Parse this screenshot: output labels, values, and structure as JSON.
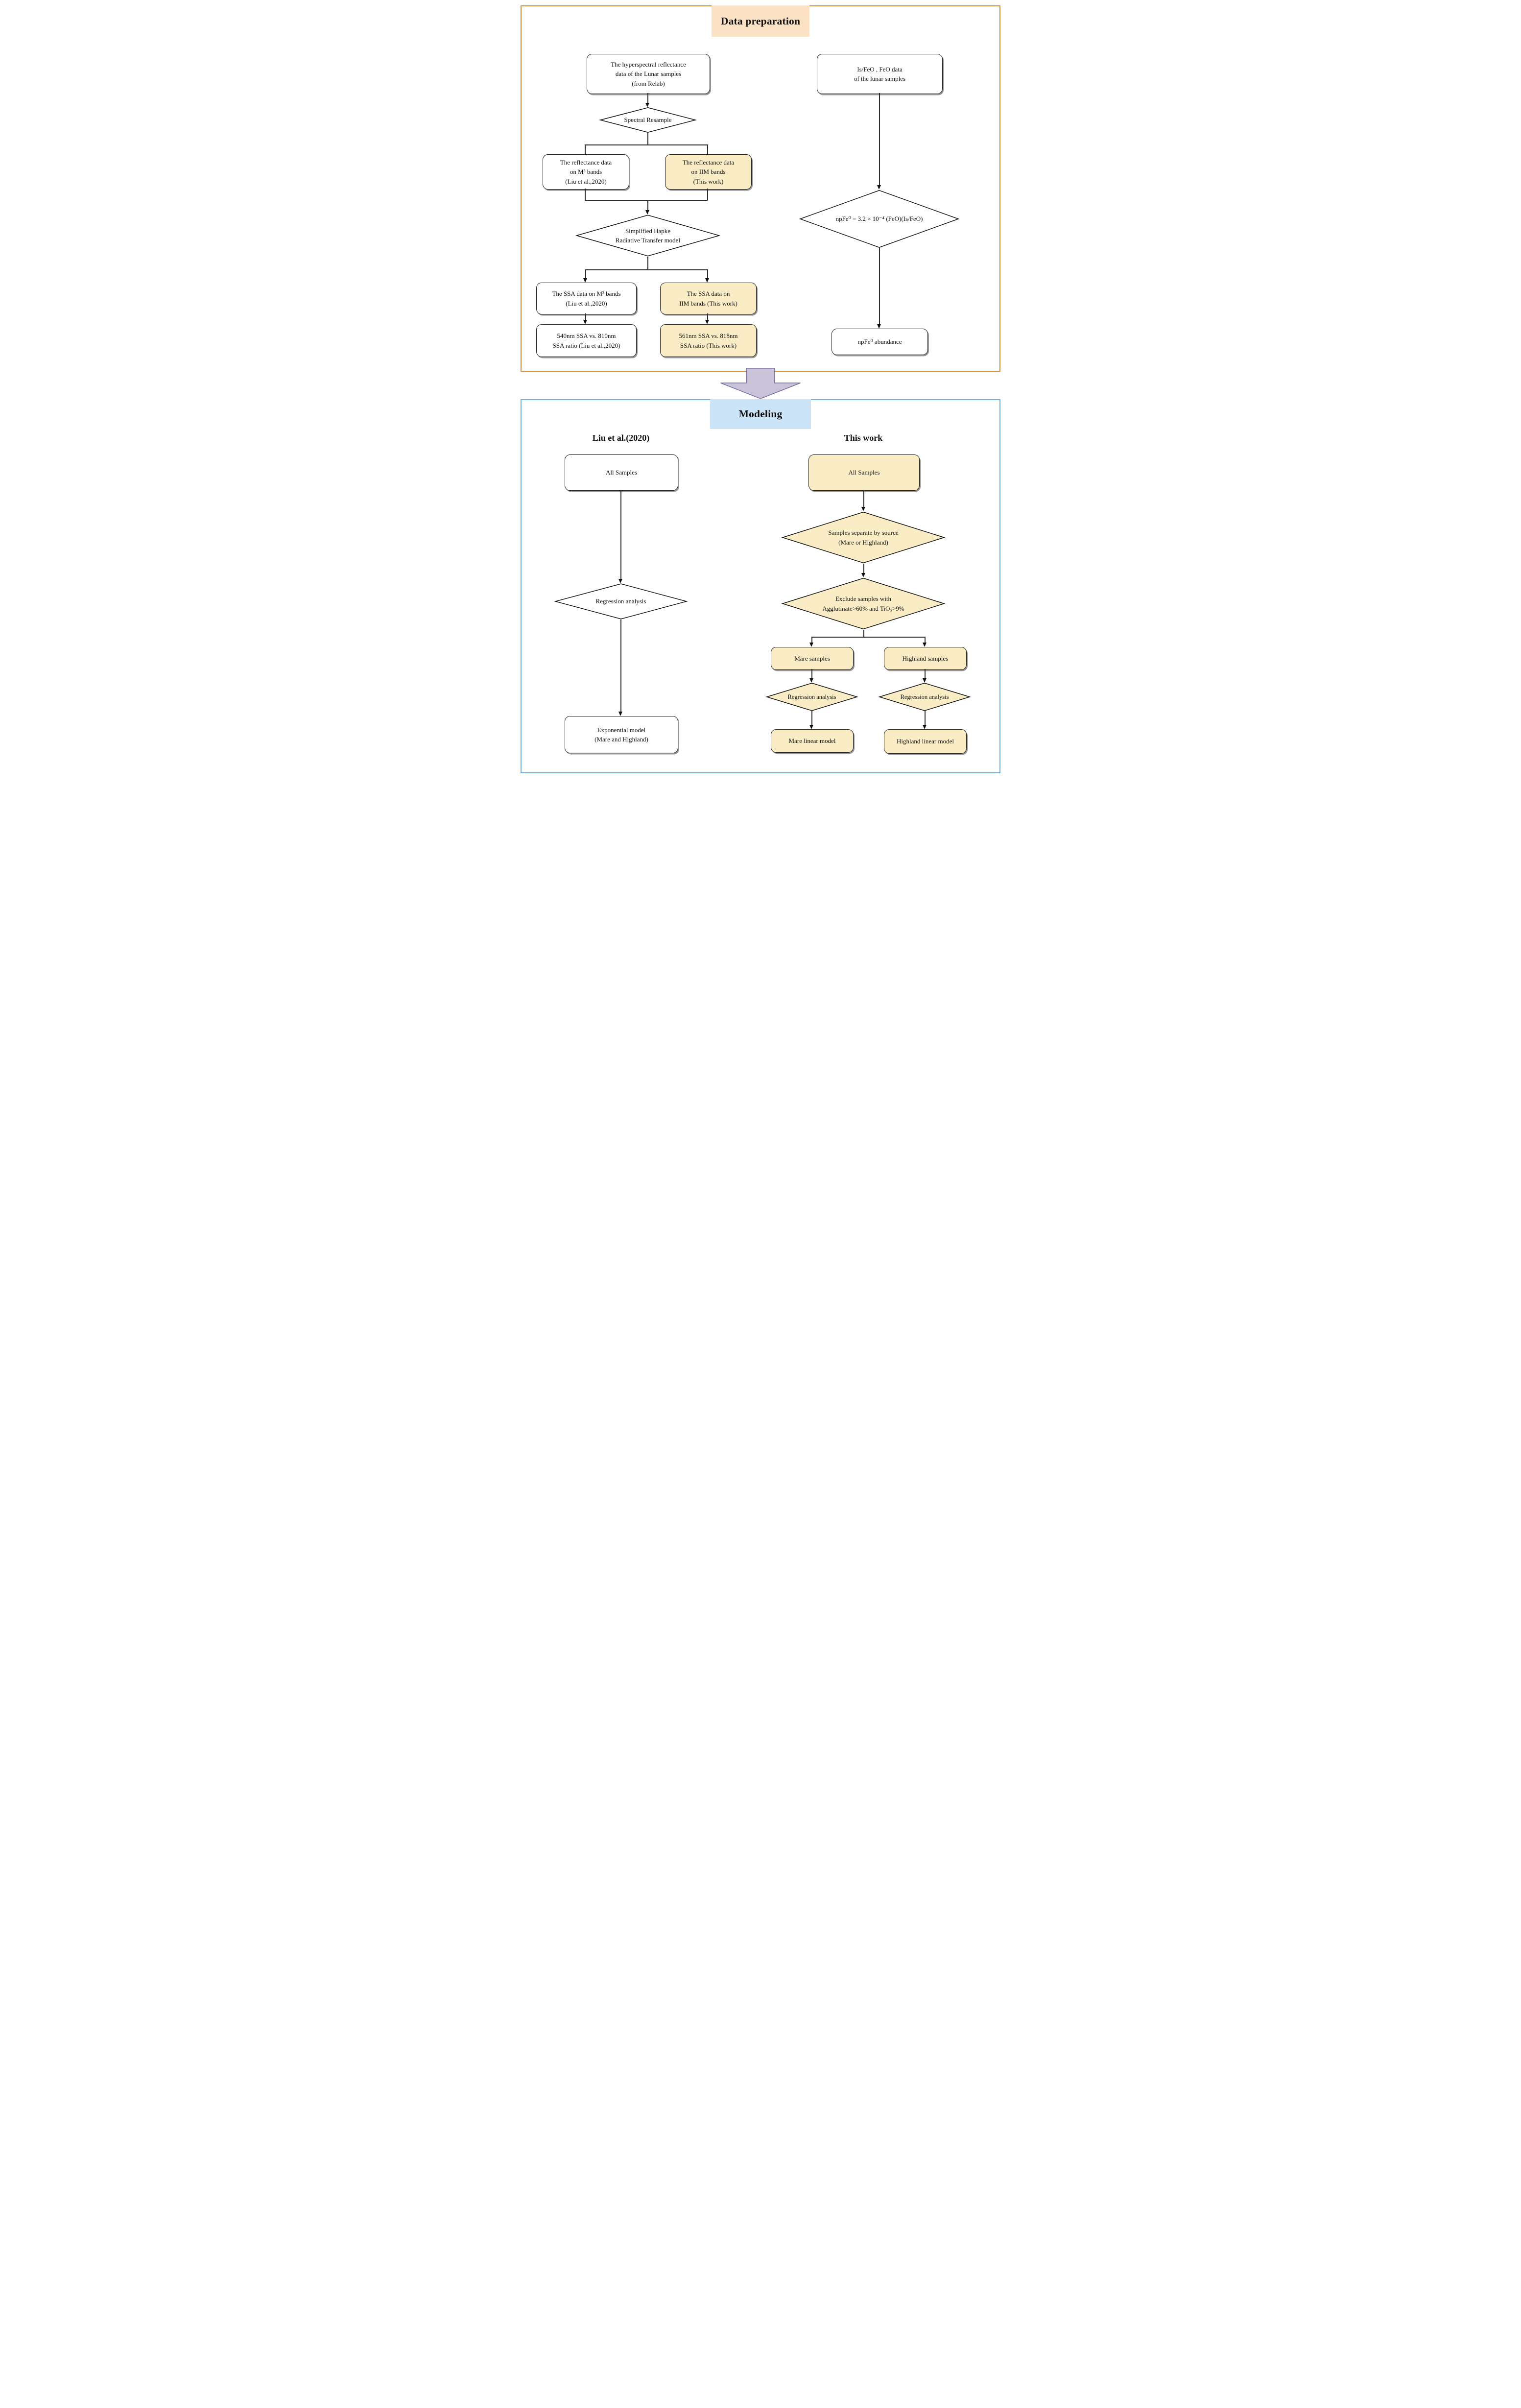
{
  "panels": {
    "top_title": "Data preparation",
    "bottom_title": "Modeling"
  },
  "prep": {
    "left": {
      "hyperspectral_box": "The hyperspectral reflectance\ndata of the Lunar samples\n(from Relab)",
      "spectral_resample_diamond": "Spectral Resample",
      "m3_reflectance_box": "The reflectance data\non M³ bands\n(Liu et al.,2020)",
      "iim_reflectance_box": "The reflectance data\non IIM bands\n(This work)",
      "hapke_diamond": "Simplified Hapke\nRadiative Transfer model",
      "m3_ssa_box": "The SSA data on M³ bands\n(Liu et al.,2020)",
      "iim_ssa_box": "The SSA data on\nIIM bands (This work)",
      "m3_ratio_box": "540nm SSA vs. 810nm\nSSA ratio (Liu et al.,2020)",
      "iim_ratio_box": "561nm SSA vs. 818nm\nSSA ratio (This work)"
    },
    "right": {
      "isfeo_box": "Is/FeO ,  FeO data\nof the lunar samples",
      "npfe_formula_diamond": "npFe⁰ = 3.2 × 10⁻⁴ (FeO)(Is/FeO)",
      "npfe_abundance_box": "npFe⁰ abundance"
    }
  },
  "modeling": {
    "left": {
      "heading": "Liu et al.(2020)",
      "all_samples_box": "All Samples",
      "regression_diamond": "Regression analysis",
      "exponential_box": "Exponential model\n(Mare and Highland)"
    },
    "right": {
      "heading": "This work",
      "all_samples_box": "All Samples",
      "separate_diamond": "Samples separate by source\n(Mare or Highland)",
      "exclude_diamond": "Exclude samples with\nAgglutinate>60% and TiO₂>9%",
      "mare_samples_box": "Mare samples",
      "highland_samples_box": "Highland samples",
      "regression_diamond_mare": "Regression analysis",
      "regression_diamond_highland": "Regression analysis",
      "mare_model_box": "Mare linear model",
      "highland_model_box": "Highland linear model"
    }
  },
  "colors": {
    "top_panel_border": "#CF8A3B",
    "top_header_bg": "#FBE2C5",
    "bottom_panel_border": "#6CB0E3",
    "bottom_header_bg": "#CBE4F8",
    "highlight_fill": "#FAEDC6",
    "node_border": "#1f1f1f",
    "block_arrow_fill": "#C9C2D8",
    "block_arrow_border": "#77709F"
  }
}
